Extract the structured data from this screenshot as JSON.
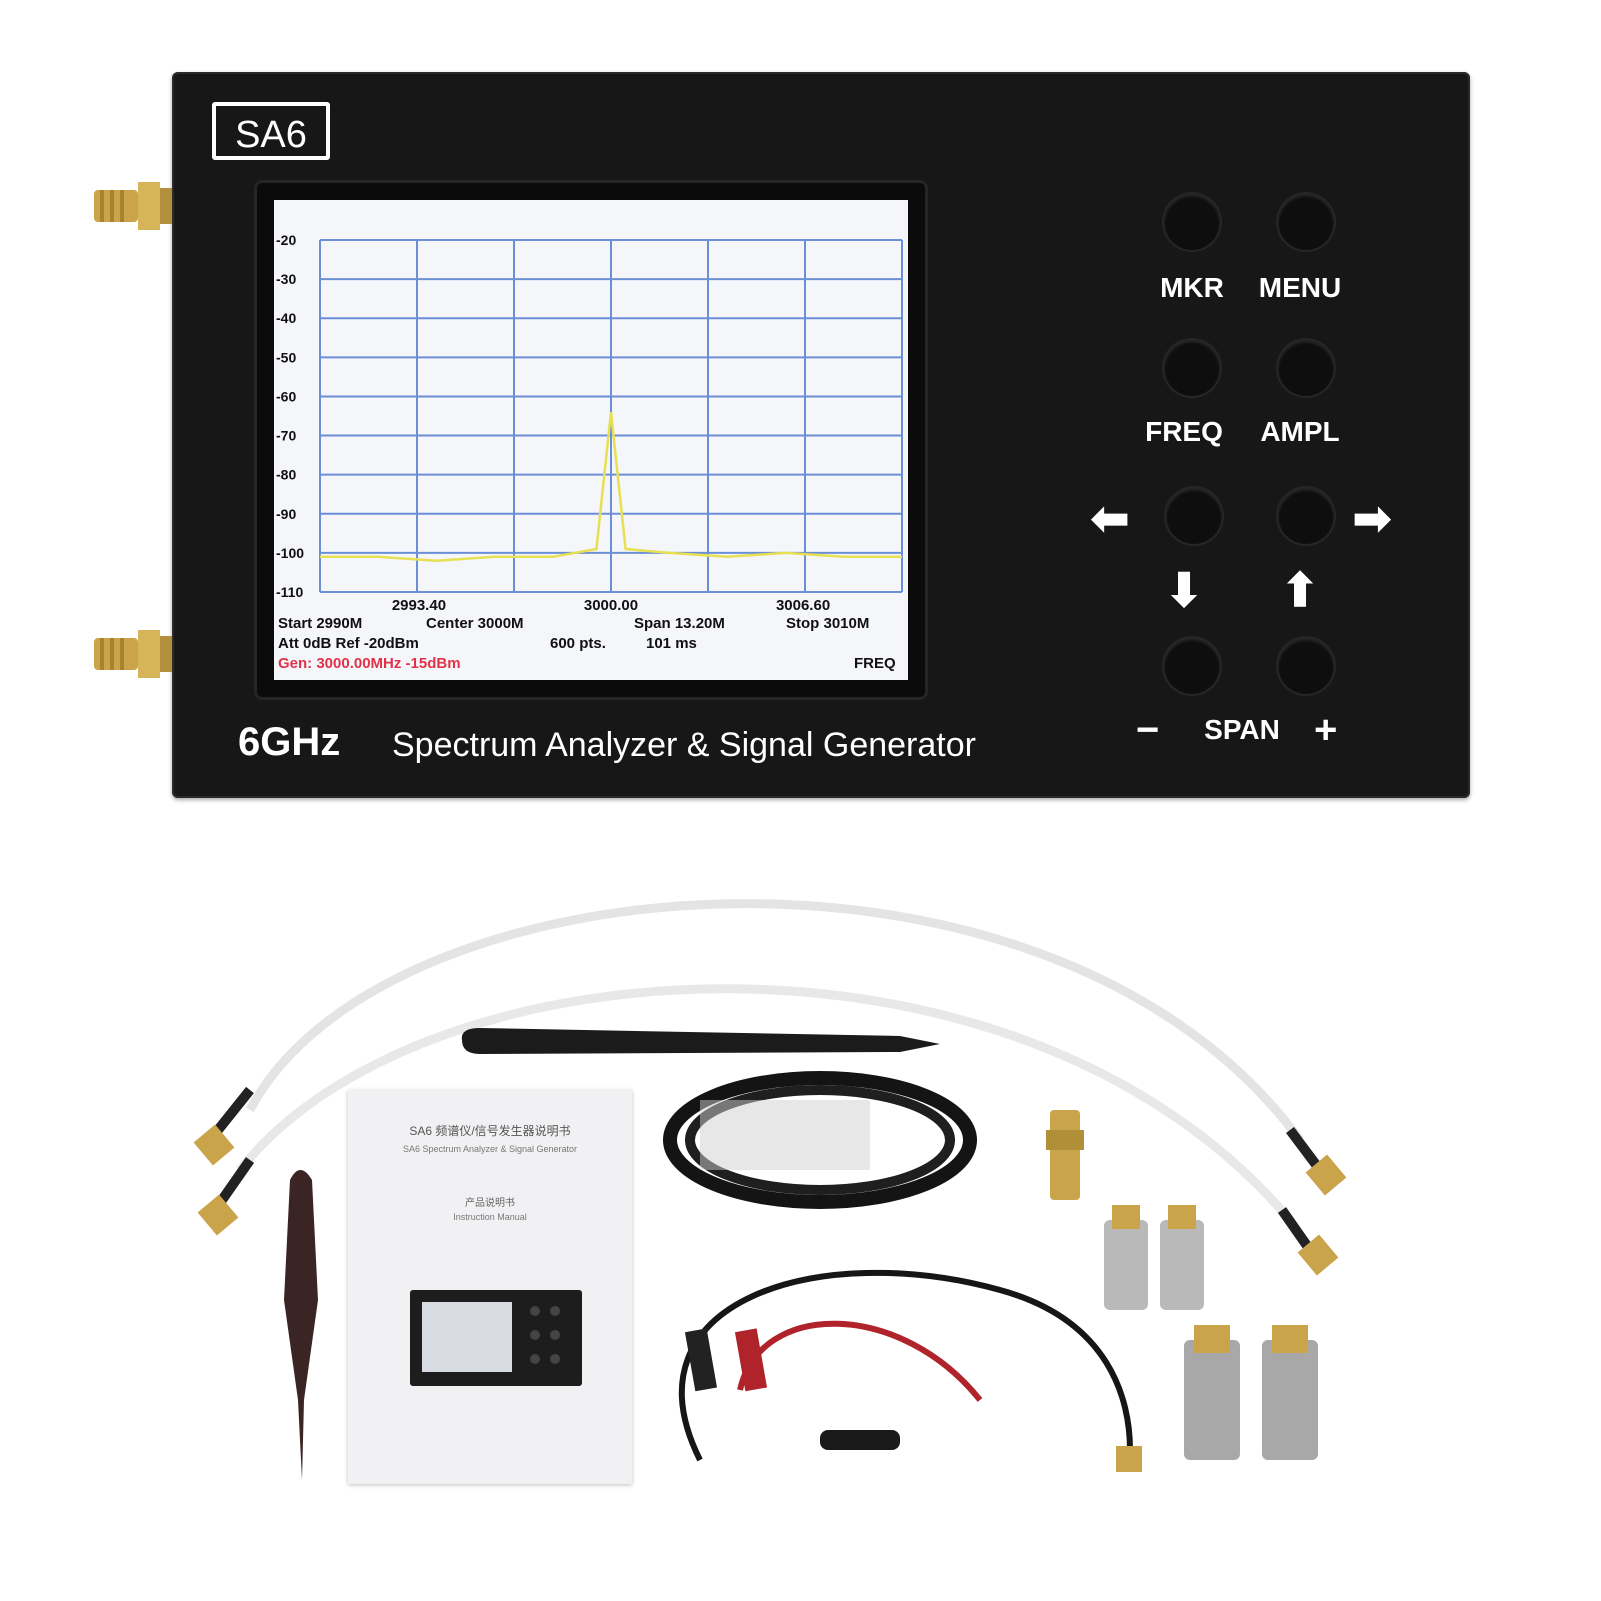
{
  "device": {
    "model": "SA6",
    "band": "6GHz",
    "product_title": "Spectrum Analyzer & Signal Generator",
    "buttons": {
      "mkr": "MKR",
      "menu": "MENU",
      "freq": "FREQ",
      "ampl": "AMPL",
      "span": "SPAN",
      "minus": "−",
      "plus": "+"
    },
    "arrows": {
      "left": "⬅",
      "right": "➡",
      "down": "⬇",
      "up": "⬆"
    }
  },
  "screen": {
    "y_ticks": [
      "-20",
      "-30",
      "-40",
      "-50",
      "-60",
      "-70",
      "-80",
      "-90",
      "-100",
      "-110"
    ],
    "x_ticks": [
      "2993.40",
      "3000.00",
      "3006.60"
    ],
    "status_lines": {
      "start": "Start 2990M",
      "center": "Center 3000M",
      "span": "Span 13.20M",
      "stop": "Stop 3010M",
      "att_ref": "Att 0dB Ref -20dBm",
      "points": "600 pts.",
      "sweep": "101 ms",
      "mode": "FREQ",
      "gen": "Gen: 3000.00MHz -15dBm"
    },
    "colors": {
      "grid": "#6b8fd6",
      "trace": "#e6e052",
      "gen_text": "#e0334a",
      "text": "#111111"
    }
  },
  "chart_data": {
    "type": "line",
    "x": [
      2990,
      2992,
      2994,
      2996,
      2998,
      2999.5,
      3000,
      3000.5,
      3002,
      3004,
      3006,
      3008,
      3010
    ],
    "series": [
      {
        "values": [
          -101,
          -101,
          -102,
          -101,
          -101,
          -99,
          -64,
          -99,
          -100,
          -101,
          -100,
          -101,
          -101
        ]
      }
    ],
    "xlim": [
      2990,
      3010
    ],
    "ylim": [
      -110,
      -20
    ],
    "grid": true
  },
  "manual": {
    "title": "SA6 频谱仪/信号发生器说明书",
    "subtitle": "SA6 Spectrum Analyzer & Signal Generator",
    "section": "产品说明书",
    "section_en": "Instruction Manual"
  }
}
